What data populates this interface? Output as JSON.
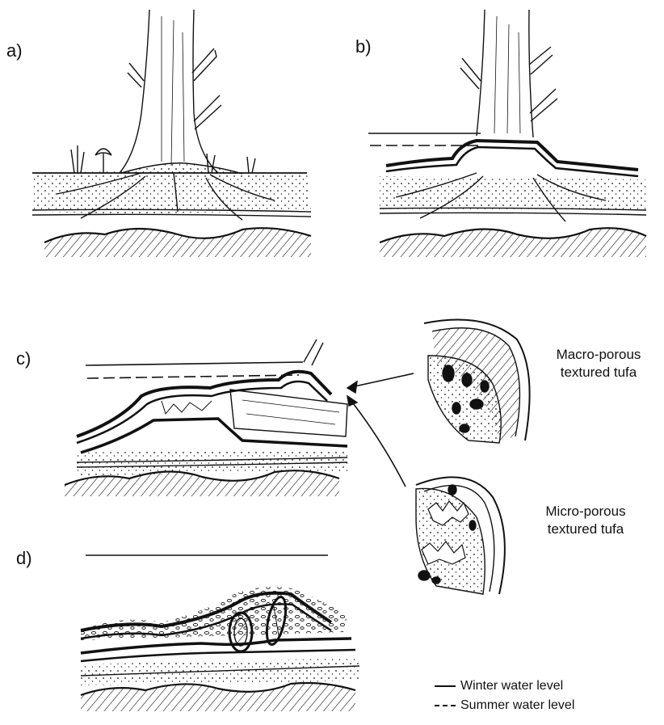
{
  "panels": {
    "a": "a)",
    "b": "b)",
    "c": "c)",
    "d": "d)"
  },
  "annotations": {
    "macro_line1": "Macro-porous",
    "macro_line2": "textured tufa",
    "micro_line1": "Micro-porous",
    "micro_line2": "textured tufa"
  },
  "legend": {
    "winter": "Winter water level",
    "summer": "Summer water level"
  },
  "colors": {
    "ink": "#111111",
    "background": "#ffffff"
  }
}
